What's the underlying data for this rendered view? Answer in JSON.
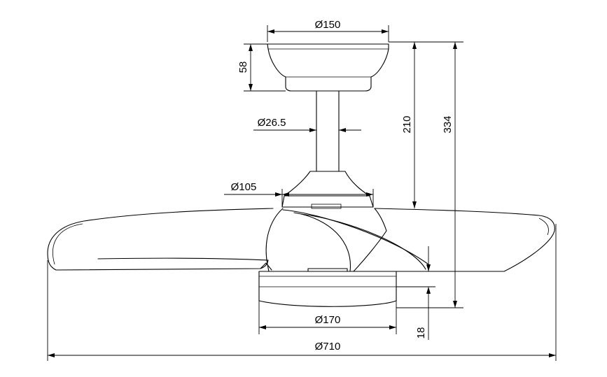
{
  "dimensions": {
    "canopy_diameter": "Ø150",
    "canopy_height": "58",
    "downrod_diameter": "Ø26.5",
    "canopy_to_blade": "210",
    "overall_height": "334",
    "motor_cover_diameter": "Ø105",
    "light_diameter": "Ø170",
    "light_height": "18",
    "blade_span": "Ø710"
  },
  "colors": {
    "line": "#000000",
    "background": "#ffffff"
  }
}
